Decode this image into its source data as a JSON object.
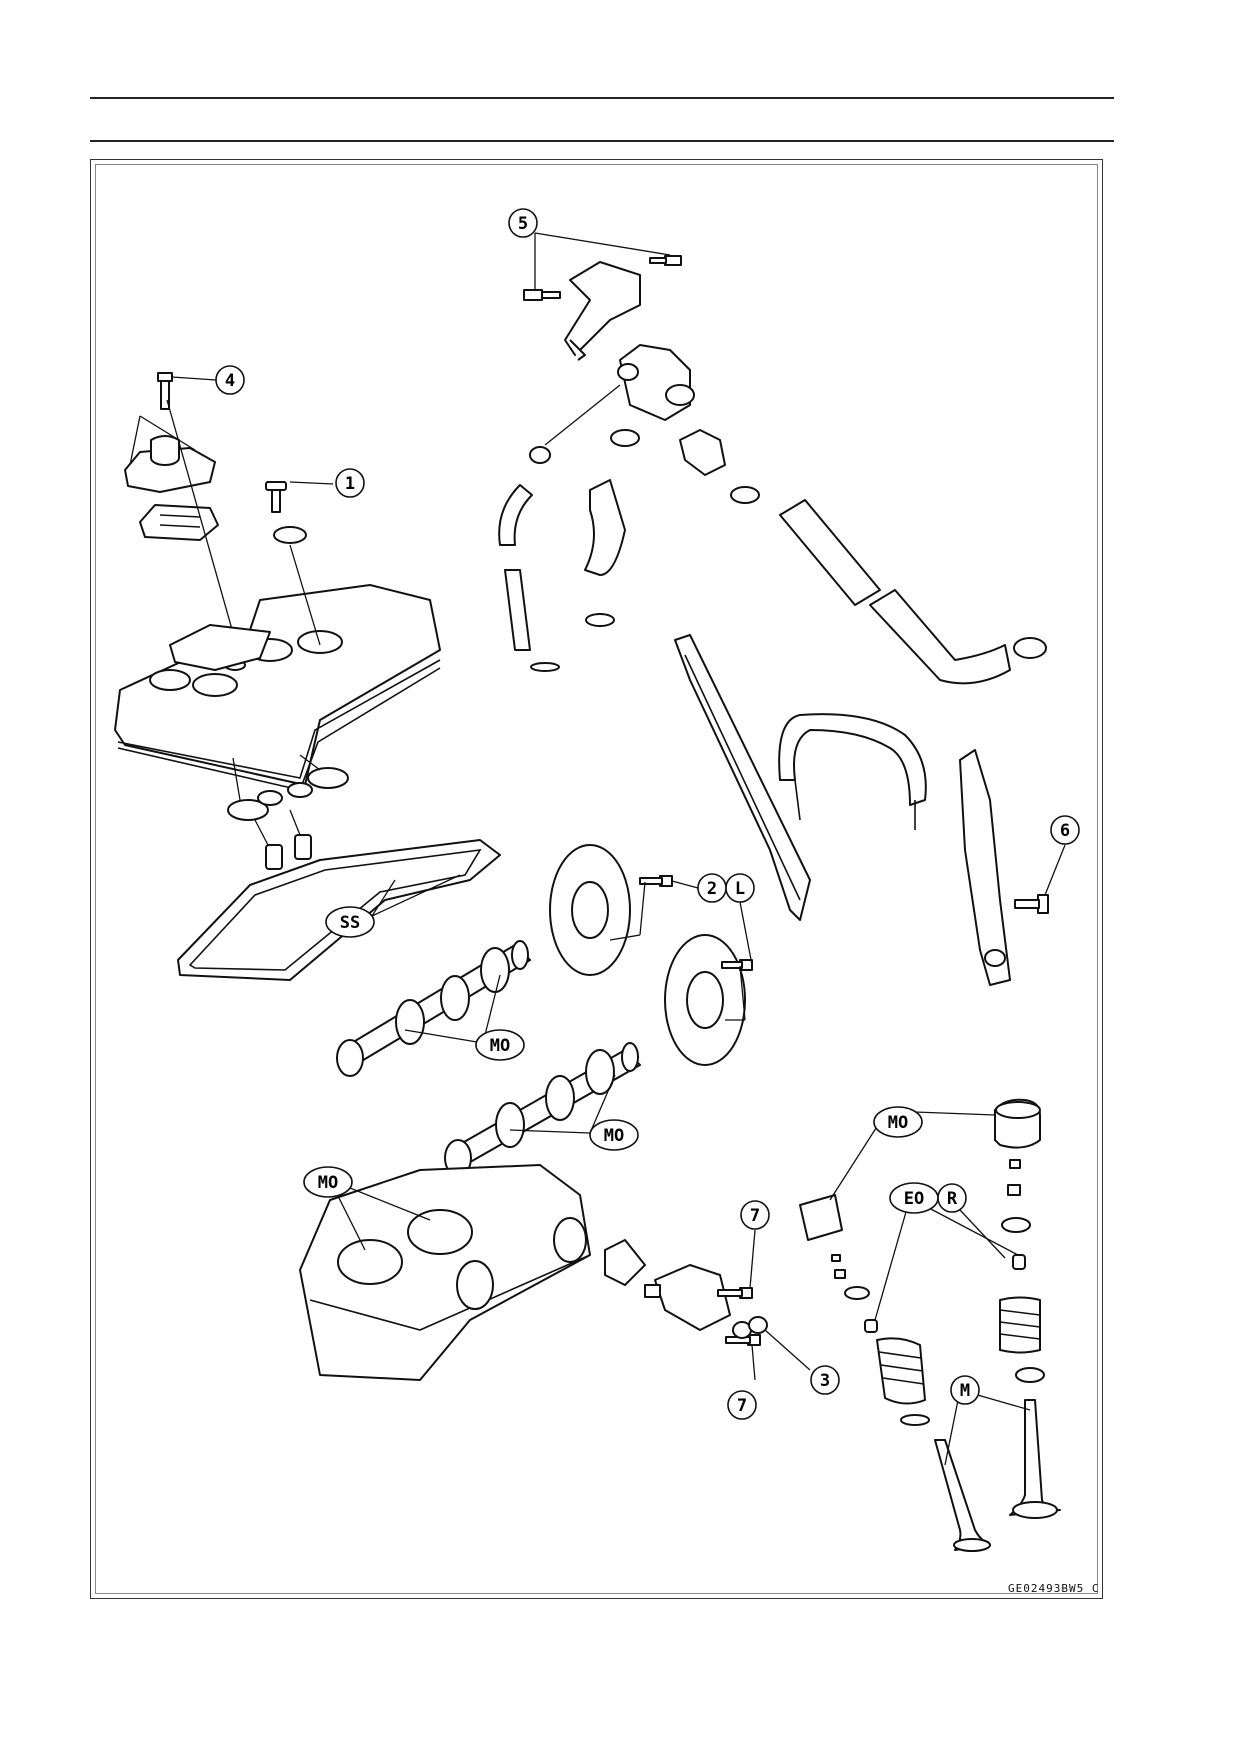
{
  "figure_code": "GE02493BW5 C",
  "callouts": {
    "c1": "1",
    "c2": "2",
    "c3": "3",
    "c4": "4",
    "c5": "5",
    "c6": "6",
    "c7a": "7",
    "c7b": "7",
    "l": "L",
    "ss": "SS",
    "mo_cam1": "MO",
    "mo_cam2": "MO",
    "mo_lifter": "MO",
    "mo_head": "MO",
    "eo": "EO",
    "r": "R",
    "m": "M"
  }
}
